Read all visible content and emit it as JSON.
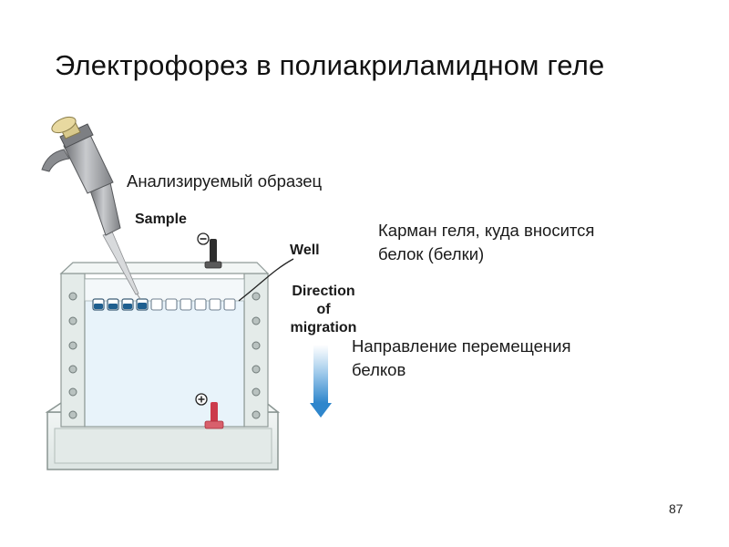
{
  "slide": {
    "title": "Электрофорез в полиакриламидном геле",
    "page_number": "87"
  },
  "labels": {
    "sample_ru": "Анализируемый образец",
    "sample_en": "Sample",
    "well_ru_line1": "Карман геля, куда вносится",
    "well_ru_line2": "белок (белки)",
    "well_en": "Well",
    "direction_en_line1": "Direction",
    "direction_en_line2": "of",
    "direction_en_line3": "migration",
    "direction_ru_line1": "Направление перемещения",
    "direction_ru_line2": "белков"
  },
  "icons": {
    "cathode": "minus-electrode-icon",
    "anode": "plus-electrode-icon",
    "pipette": "micropipette-icon",
    "arrow": "down-arrow-icon"
  },
  "wells": {
    "total": 10,
    "filled": 4
  },
  "colors": {
    "gel": "#e8f3fa",
    "buffer_tank": "#e9efee",
    "sample_blue": "#1f5f8f",
    "anode_red": "#cc3b4b",
    "cathode_dark": "#333333",
    "arrow_blue": "#3a8fd0",
    "pipette_gray": "#9a9ca0",
    "plunger_cream": "#e8d9a0"
  }
}
